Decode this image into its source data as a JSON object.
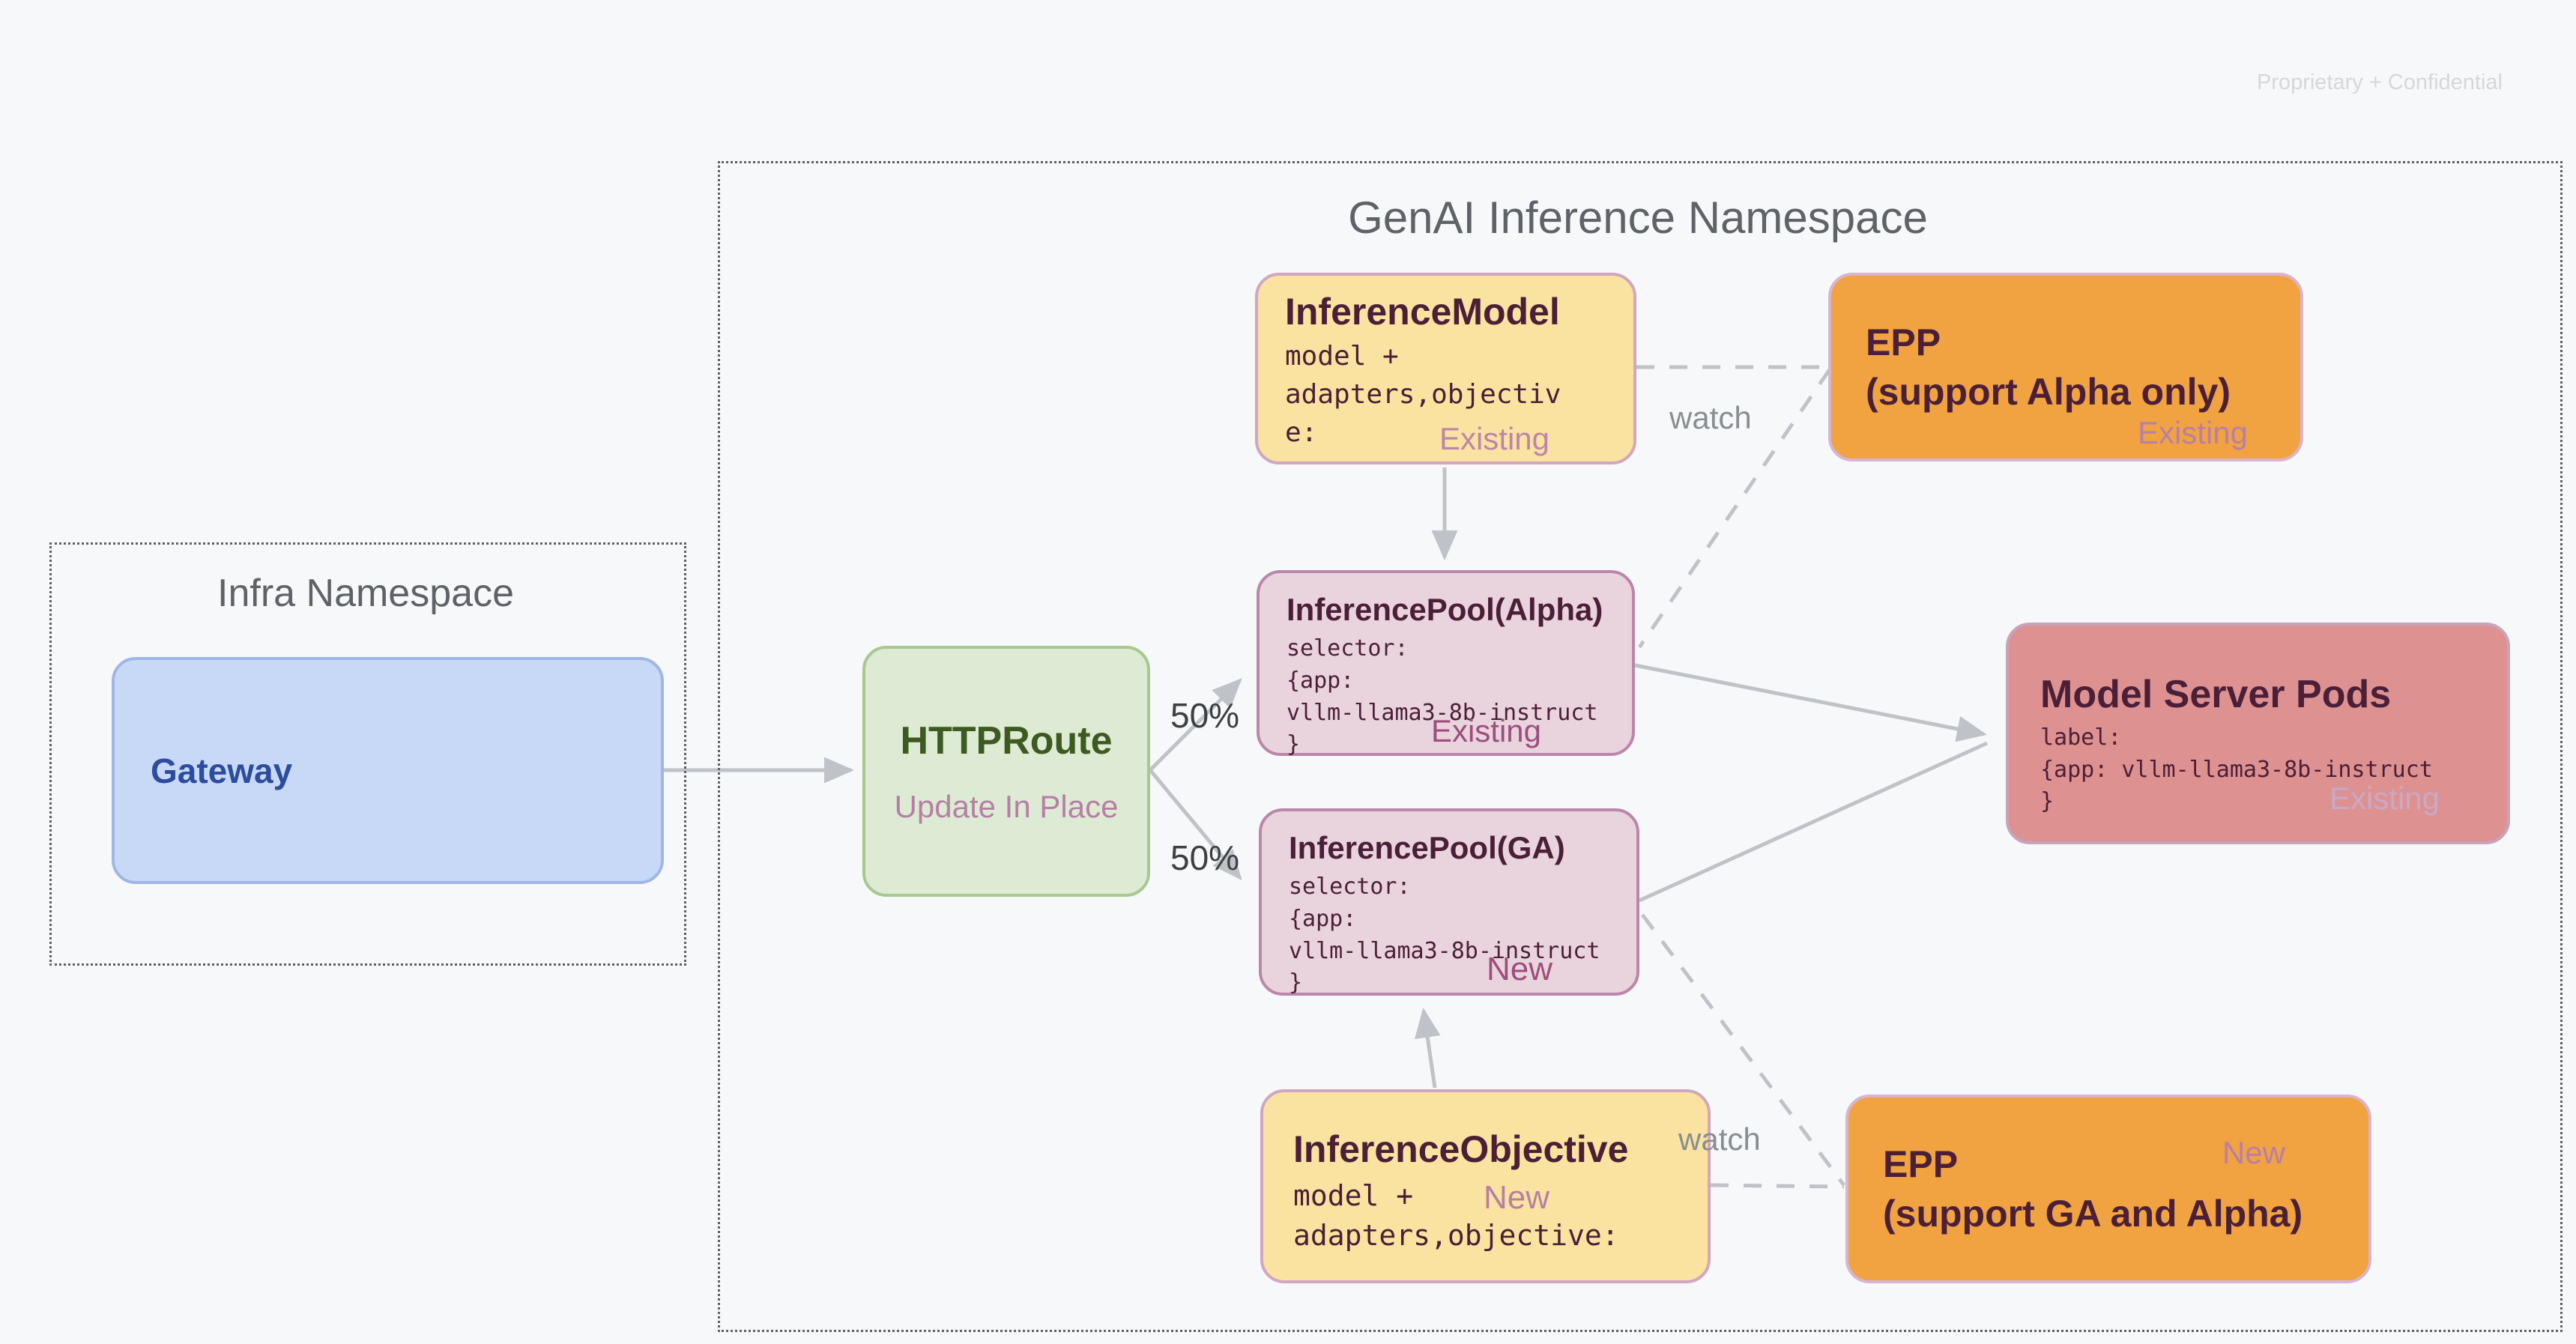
{
  "page": {
    "confidential_note": "Proprietary + Confidential"
  },
  "infra_namespace": {
    "title": "Infra Namespace",
    "gateway": {
      "title": "Gateway"
    }
  },
  "genai_namespace": {
    "title": "GenAI Inference Namespace",
    "httproute": {
      "title": "HTTPRoute",
      "status": "Update In Place"
    },
    "inference_model": {
      "title": "InferenceModel",
      "code": "model +\nadapters,objectiv\ne:",
      "status": "Existing"
    },
    "epp_alpha": {
      "title": "EPP\n(support Alpha only)",
      "status": "Existing"
    },
    "pool_alpha": {
      "title": "InferencePool(Alpha)",
      "code": "selector:\n{app:\nvllm-llama3-8b-instruct\n}",
      "status": "Existing"
    },
    "pool_ga": {
      "title": "InferencePool(GA)",
      "code": "selector:\n{app:\nvllm-llama3-8b-instruct\n}",
      "status": "New"
    },
    "model_server_pods": {
      "title": "Model Server Pods",
      "code": "label:\n{app: vllm-llama3-8b-instruct\n}",
      "status": "Existing"
    },
    "inference_objective": {
      "title": "InferenceObjective",
      "code": "model +\nadapters,objective:",
      "status": "New"
    },
    "epp_ga": {
      "title": "EPP\n(support GA and Alpha)",
      "status": "New"
    },
    "edge_labels": {
      "split_top": "50%",
      "split_bottom": "50%",
      "watch_top": "watch",
      "watch_bottom": "watch"
    }
  },
  "colors": {
    "background": "#F7F8FA",
    "yellow_fill": "#FAE3A0",
    "orange_fill": "#F0A340",
    "pink_fill": "#E9D4DD",
    "salmon_fill": "#DE9191",
    "green_fill": "#DDEBD4",
    "blue_fill": "#C8D8F7",
    "maroon_text": "#4B1F37",
    "green_text": "#3D5A20",
    "blue_text": "#2C4D9E",
    "mauve_label": "#B77FA6",
    "dark_mauve_label": "#9D4E7C",
    "connector_gray": "#BFC3C7"
  }
}
